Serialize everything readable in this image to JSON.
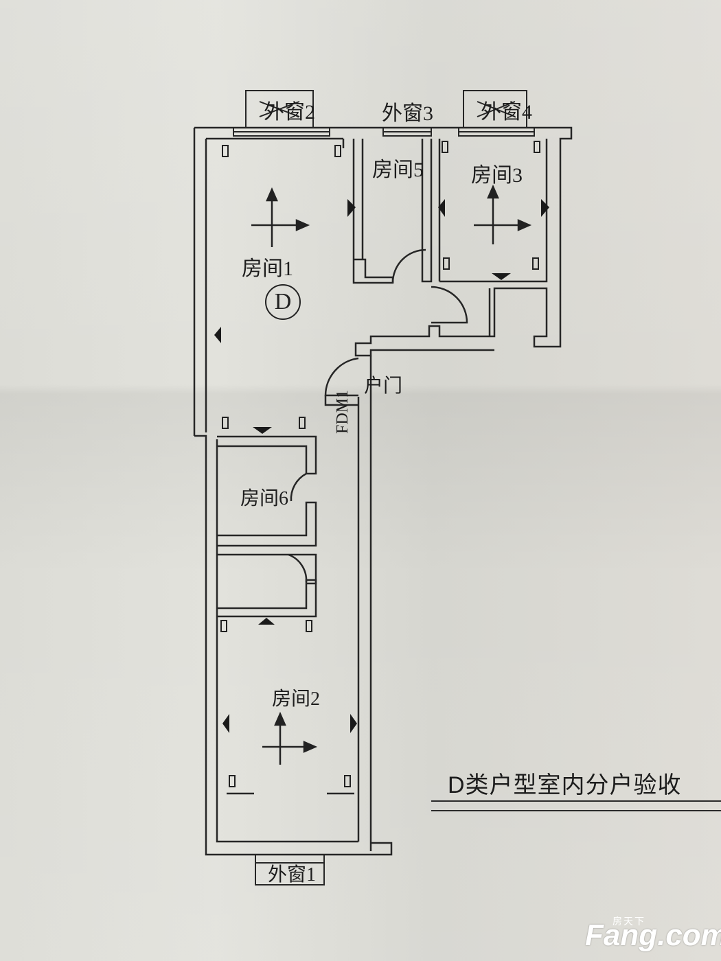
{
  "title": "D类户型室内分户验收",
  "unit_mark": "D",
  "door_label": "户门",
  "door_code": "FDM1",
  "rooms": {
    "room1": "房间1",
    "room2": "房间2",
    "room3": "房间3",
    "room5": "房间5",
    "room6": "房间6"
  },
  "windows": {
    "w1": "外窗1",
    "w2": "外窗2",
    "w3": "外窗3",
    "w4": "外窗4"
  },
  "watermark": {
    "cn": "房天下",
    "en": "Fang.com"
  }
}
